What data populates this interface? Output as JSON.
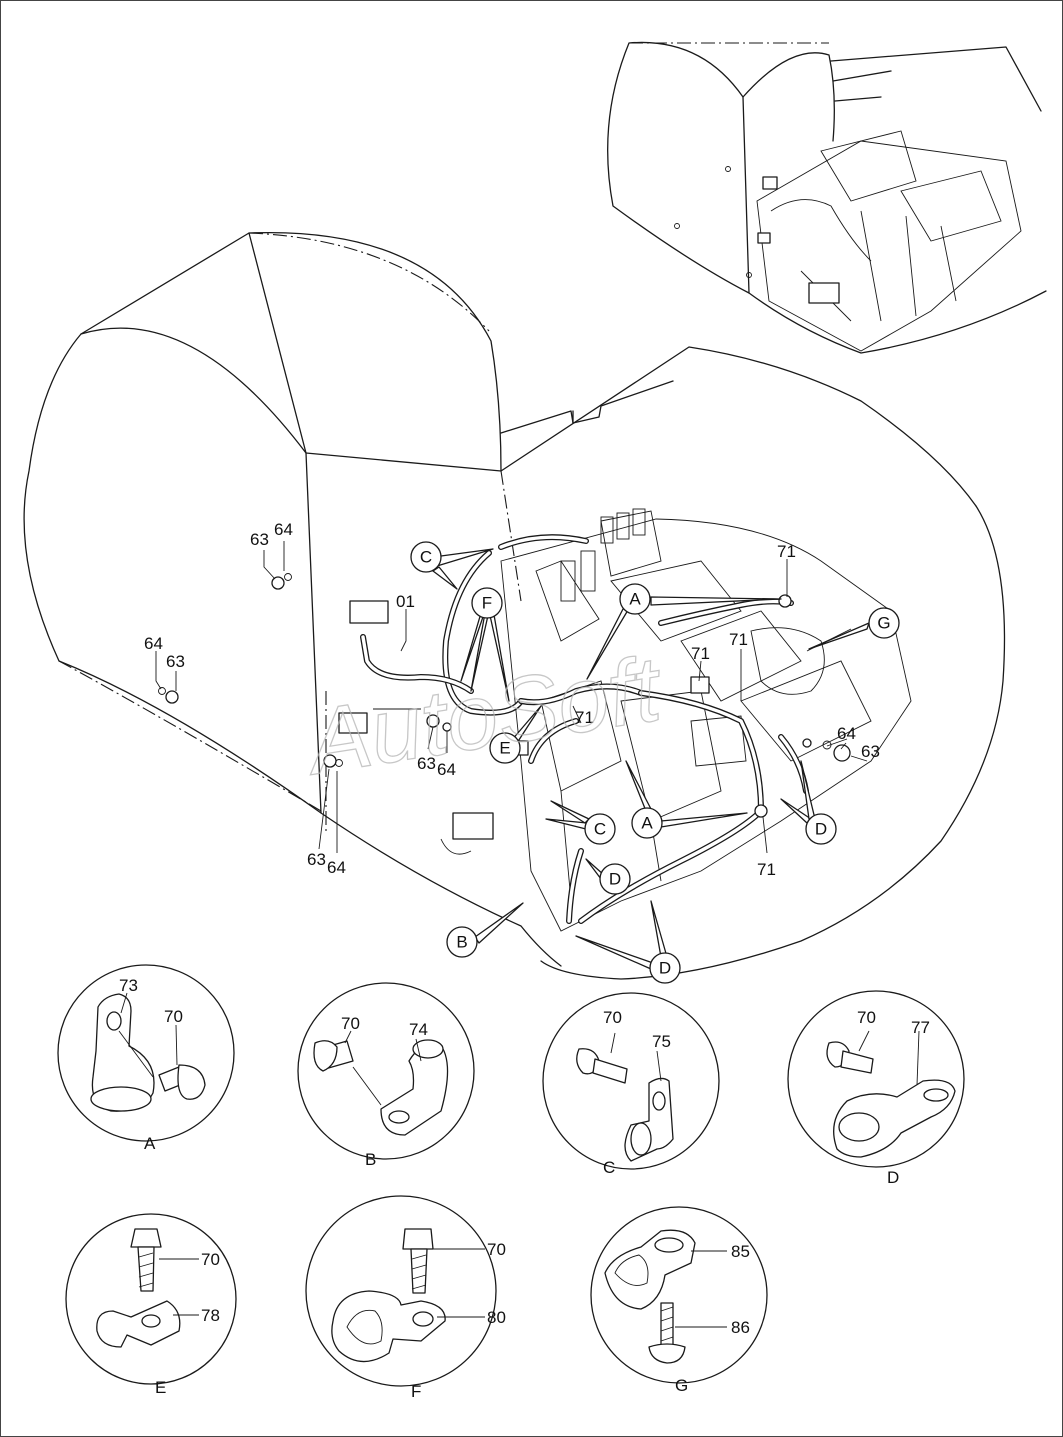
{
  "watermark": "AutoSoft",
  "diagram": {
    "callouts": [
      {
        "id": "A",
        "label": "A"
      },
      {
        "id": "B",
        "label": "B"
      },
      {
        "id": "C",
        "label": "C"
      },
      {
        "id": "D",
        "label": "D"
      },
      {
        "id": "E",
        "label": "E"
      },
      {
        "id": "F",
        "label": "F"
      },
      {
        "id": "G",
        "label": "G"
      }
    ],
    "part_numbers": [
      "01",
      "63",
      "64",
      "70",
      "71",
      "73",
      "74",
      "75",
      "77",
      "78",
      "80",
      "85",
      "86"
    ],
    "details": [
      {
        "letter": "A",
        "parts": [
          "73",
          "70"
        ]
      },
      {
        "letter": "B",
        "parts": [
          "70",
          "74"
        ]
      },
      {
        "letter": "C",
        "parts": [
          "70",
          "75"
        ]
      },
      {
        "letter": "D",
        "parts": [
          "70",
          "77"
        ]
      },
      {
        "letter": "E",
        "parts": [
          "70",
          "78"
        ]
      },
      {
        "letter": "F",
        "parts": [
          "70",
          "80"
        ]
      },
      {
        "letter": "G",
        "parts": [
          "85",
          "86"
        ]
      }
    ]
  },
  "colors": {
    "line": "#1a1a1a",
    "background": "#ffffff",
    "watermark": "#b5b5b5"
  }
}
